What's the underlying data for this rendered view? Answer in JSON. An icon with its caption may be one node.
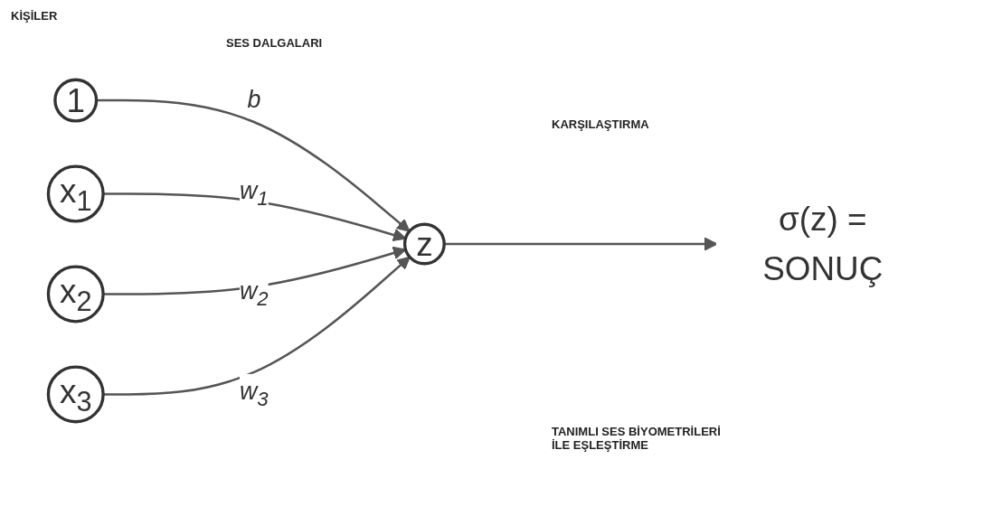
{
  "diagram": {
    "nodes": [
      {
        "text": [
          "1"
        ]
      },
      {
        "text": [
          "x$_{1}$"
        ]
      },
      {
        "text": [
          "x$_{2}$"
        ]
      },
      {
        "text": [
          "x$_{3}$"
        ]
      },
      {
        "text": [
          "z"
        ]
      },
      {
        "text": [
          "σ(z) =",
          "SONUÇ"
        ]
      }
    ],
    "edges": [
      {
        "from": 0,
        "to": 4,
        "arrow": "to",
        "label": "b"
      },
      {
        "from": 1,
        "to": 4,
        "arrow": "to",
        "label": "w$_{1}$"
      },
      {
        "from": 2,
        "to": 4,
        "arrow": "to",
        "label": "w$_{2}$"
      },
      {
        "from": 3,
        "to": 4,
        "arrow": "to",
        "label": "w$_{3}$"
      },
      {
        "from": 4,
        "to": 5,
        "arrow": "to"
      }
    ],
    "labels": [
      "KİŞİLER",
      "SES DALGALARI",
      "KARŞILAŞTIRMA",
      "TANIMLI SES BİYOMETRİLERİ İLE EŞLEŞTİRME"
    ]
  }
}
